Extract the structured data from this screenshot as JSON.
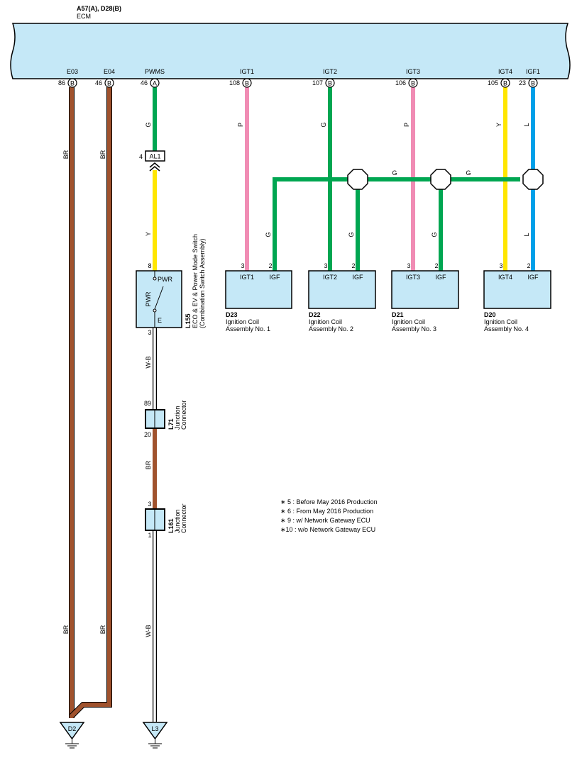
{
  "ecm": {
    "connectors": "A57(A), D28(B)",
    "name": "ECM",
    "pins": [
      {
        "signal": "E03",
        "pin": "86",
        "conn": "B"
      },
      {
        "signal": "E04",
        "pin": "46",
        "conn": "B"
      },
      {
        "signal": "PWMS",
        "pin": "46",
        "conn": "A"
      },
      {
        "signal": "IGT1",
        "pin": "108",
        "conn": "B"
      },
      {
        "signal": "IGT2",
        "pin": "107",
        "conn": "B"
      },
      {
        "signal": "IGT3",
        "pin": "106",
        "conn": "B"
      },
      {
        "signal": "IGT4",
        "pin": "105",
        "conn": "B"
      },
      {
        "signal": "IGF1",
        "pin": "23",
        "conn": "B"
      }
    ]
  },
  "wire_colors": {
    "BR": "#a0522d",
    "G": "#00a651",
    "Y": "#ffe600",
    "P": "#f08cb4",
    "L": "#00a0e9",
    "W-B": "#ffffff",
    "box_fill": "#c5e8f7"
  },
  "wire_labels": {
    "br": "BR",
    "g": "G",
    "y": "Y",
    "p": "P",
    "l": "L",
    "wb": "W-B"
  },
  "connector_al1": {
    "pin": "4",
    "name": "AL1"
  },
  "switch_l155": {
    "pin_top": "8",
    "pin_bottom": "3",
    "term_pwr": "PWR",
    "term_e": "E",
    "side_label": "PWR",
    "code": "L155",
    "desc1": "ECO & EV & Power Mode Switch",
    "desc2": "(Combination Switch Assembly)"
  },
  "junction_l71": {
    "pin_top": "89",
    "pin_bottom": "20",
    "code": "L71",
    "desc1": "Junction",
    "desc2": "Connector"
  },
  "junction_l161": {
    "pin_top": "3",
    "pin_bottom": "1",
    "code": "L161",
    "desc1": "Junction",
    "desc2": "Connector"
  },
  "coils": [
    {
      "code": "D23",
      "desc1": "Ignition Coil",
      "desc2": "Assembly No.  1",
      "pin_a": "3",
      "pin_b": "2",
      "term_a": "IGT1",
      "term_b": "IGF"
    },
    {
      "code": "D22",
      "desc1": "Ignition Coil",
      "desc2": "Assembly No.  2",
      "pin_a": "3",
      "pin_b": "2",
      "term_a": "IGT2",
      "term_b": "IGF"
    },
    {
      "code": "D21",
      "desc1": "Ignition Coil",
      "desc2": "Assembly No.  3",
      "pin_a": "3",
      "pin_b": "2",
      "term_a": "IGT3",
      "term_b": "IGF"
    },
    {
      "code": "D20",
      "desc1": "Ignition Coil",
      "desc2": "Assembly No.  4",
      "pin_a": "3",
      "pin_b": "2",
      "term_a": "IGT4",
      "term_b": "IGF"
    }
  ],
  "grounds": [
    {
      "name": "D2"
    },
    {
      "name": "L3"
    }
  ],
  "notes": [
    "∗ 5 : Before May 2016 Production",
    "∗ 6 : From May 2016 Production",
    "∗ 9 : w/ Network Gateway ECU",
    "∗10 : w/o Network Gateway ECU"
  ]
}
